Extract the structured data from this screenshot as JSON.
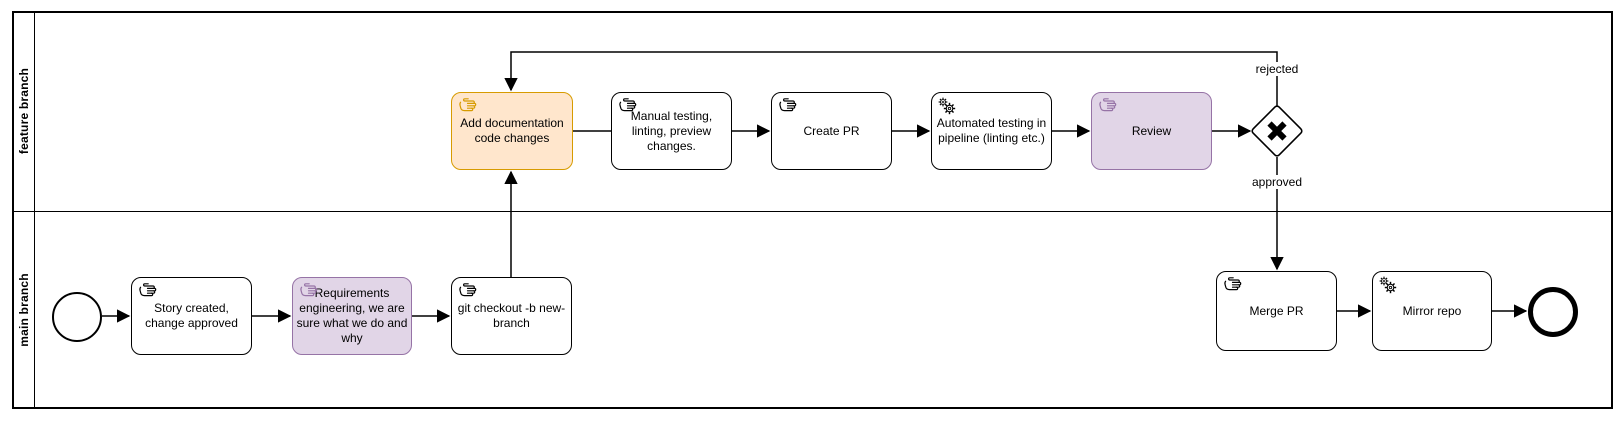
{
  "pool": {
    "lanes": [
      {
        "label": "feature branch"
      },
      {
        "label": "main branch"
      }
    ]
  },
  "tasks": {
    "story": {
      "label": "Story created, change approved",
      "kind": "manual-task",
      "highlight": "none"
    },
    "requirements": {
      "label": "Requirements engineering, we are sure what we do and why",
      "kind": "manual-task",
      "highlight": "purple"
    },
    "git_checkout": {
      "label": "git checkout -b new-branch",
      "kind": "manual-task",
      "highlight": "none"
    },
    "add_documentation": {
      "label": "Add documentation code changes",
      "kind": "manual-task",
      "highlight": "orange"
    },
    "manual_testing": {
      "label": "Manual testing, linting, preview changes.",
      "kind": "manual-task",
      "highlight": "none"
    },
    "create_pr": {
      "label": "Create PR",
      "kind": "manual-task",
      "highlight": "none"
    },
    "automated_testing": {
      "label": "Automated testing in pipeline (linting etc.)",
      "kind": "service-task",
      "highlight": "none"
    },
    "review": {
      "label": "Review",
      "kind": "manual-task",
      "highlight": "purple"
    },
    "merge_pr": {
      "label": "Merge PR",
      "kind": "manual-task",
      "highlight": "none"
    },
    "mirror_repo": {
      "label": "Mirror repo",
      "kind": "service-task",
      "highlight": "none"
    }
  },
  "events": {
    "start": {
      "kind": "start-event"
    },
    "end": {
      "kind": "end-event"
    }
  },
  "gateway": {
    "kind": "exclusive-gateway"
  },
  "edge_labels": {
    "rejected": "rejected",
    "approved": "approved"
  },
  "colors": {
    "orange_fill": "#ffe6cc",
    "orange_stroke": "#d79b00",
    "purple_fill": "#e1d5e7",
    "purple_stroke": "#9673a6",
    "task_fill": "#ffffff",
    "line": "#000000"
  }
}
